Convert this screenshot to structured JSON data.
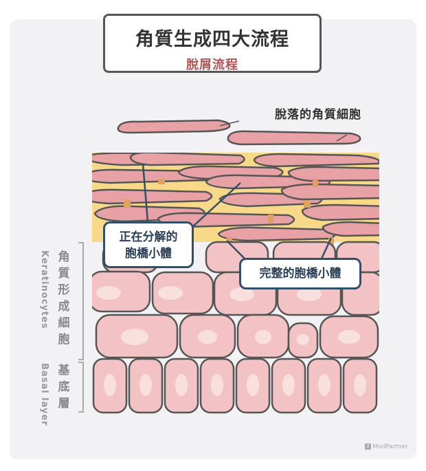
{
  "title": {
    "main": "角質生成四大流程",
    "sub": "脫屑流程"
  },
  "labels": {
    "shed_cells": "脫落的角質細胞",
    "decomposing_line1": "正在分解的",
    "decomposing_line2": "胞橋小體",
    "intact": "完整的胞橋小體",
    "keratinocytes_zh": "角質形成細胞",
    "keratinocytes_en": "Keratinocytes",
    "basal_zh": "基底層",
    "basal_en": "Basal layer"
  },
  "credit": {
    "text": "ModPartner"
  },
  "colors": {
    "panel": "#f2f2f4",
    "stratum_bg": "#f8d889",
    "scale_fill": "#e8a1a5",
    "cell_fill": "#f3c2c4",
    "cell_nucleus": "#f8e0df",
    "outline": "#555555",
    "callout_border": "#2f4f6a",
    "title_sub": "#b35353"
  }
}
